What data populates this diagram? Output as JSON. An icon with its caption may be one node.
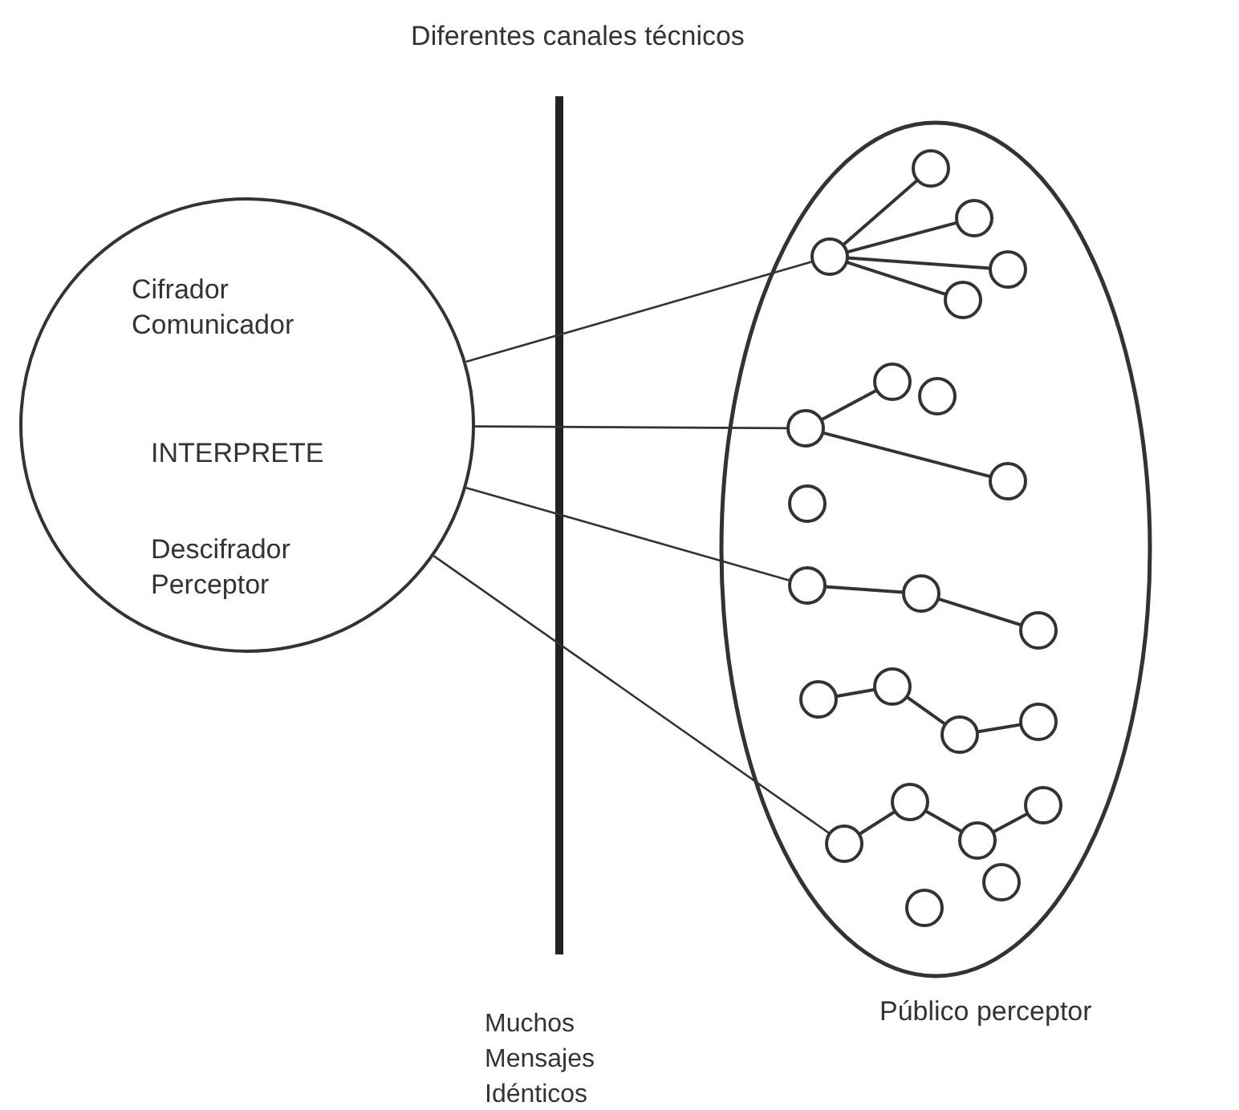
{
  "diagram": {
    "nodes": [
      {
        "text": [
          "Cifrador Comunicador",
          "INTERPRETE",
          "Descifrador Perceptor"
        ]
      },
      {
        "text": [
          "Público perceptor"
        ]
      },
      {
        "text": [],
        "shape": "circle",
        "in": 1
      },
      {
        "text": [],
        "shape": "circle",
        "in": 1
      },
      {
        "text": [],
        "shape": "circle",
        "in": 1
      },
      {
        "text": [],
        "shape": "circle",
        "in": 1
      },
      {
        "text": [],
        "shape": "circle",
        "in": 1
      },
      {
        "text": [],
        "shape": "circle",
        "in": 1
      },
      {
        "text": [],
        "shape": "circle",
        "in": 1
      },
      {
        "text": [],
        "shape": "circle",
        "in": 1
      },
      {
        "text": [],
        "shape": "circle",
        "in": 1
      },
      {
        "text": [],
        "shape": "circle",
        "in": 1
      },
      {
        "text": [],
        "shape": "circle",
        "in": 1
      },
      {
        "text": [],
        "shape": "circle",
        "in": 1
      },
      {
        "text": [],
        "shape": "circle",
        "in": 1
      },
      {
        "text": [],
        "shape": "circle",
        "in": 1
      },
      {
        "text": [],
        "shape": "circle",
        "in": 1
      },
      {
        "text": [],
        "shape": "circle",
        "in": 1
      },
      {
        "text": [],
        "shape": "circle",
        "in": 1
      },
      {
        "text": [],
        "shape": "circle",
        "in": 1
      },
      {
        "text": [],
        "shape": "circle",
        "in": 1
      },
      {
        "text": [],
        "shape": "circle",
        "in": 1
      },
      {
        "text": [],
        "shape": "circle",
        "in": 1
      },
      {
        "text": [],
        "shape": "circle",
        "in": 1
      },
      {
        "text": [],
        "shape": "circle",
        "in": 1
      }
    ],
    "edges": [
      {
        "from": 0,
        "to": 4,
        "arrow": "none"
      },
      {
        "from": 0,
        "to": 9,
        "arrow": "none"
      },
      {
        "from": 0,
        "to": 12,
        "arrow": "none"
      },
      {
        "from": 0,
        "to": 22,
        "arrow": "none"
      },
      {
        "from": 4,
        "to": 2,
        "arrow": "none"
      },
      {
        "from": 4,
        "to": 3,
        "arrow": "none"
      },
      {
        "from": 4,
        "to": 5,
        "arrow": "none"
      },
      {
        "from": 4,
        "to": 6,
        "arrow": "none"
      },
      {
        "from": 9,
        "to": 7,
        "arrow": "none"
      },
      {
        "from": 9,
        "to": 10,
        "arrow": "none"
      },
      {
        "from": 12,
        "to": 13,
        "arrow": "none"
      },
      {
        "from": 13,
        "to": 14,
        "arrow": "none"
      },
      {
        "from": 16,
        "to": 15,
        "arrow": "none"
      },
      {
        "from": 15,
        "to": 18,
        "arrow": "none"
      },
      {
        "from": 18,
        "to": 17,
        "arrow": "none"
      },
      {
        "from": 22,
        "to": 19,
        "arrow": "none"
      },
      {
        "from": 19,
        "to": 21,
        "arrow": "none"
      },
      {
        "from": 21,
        "to": 20,
        "arrow": "none"
      }
    ],
    "labels": [
      "Diferentes canales técnicos",
      "Muchos Mensajes Idénticos"
    ]
  }
}
